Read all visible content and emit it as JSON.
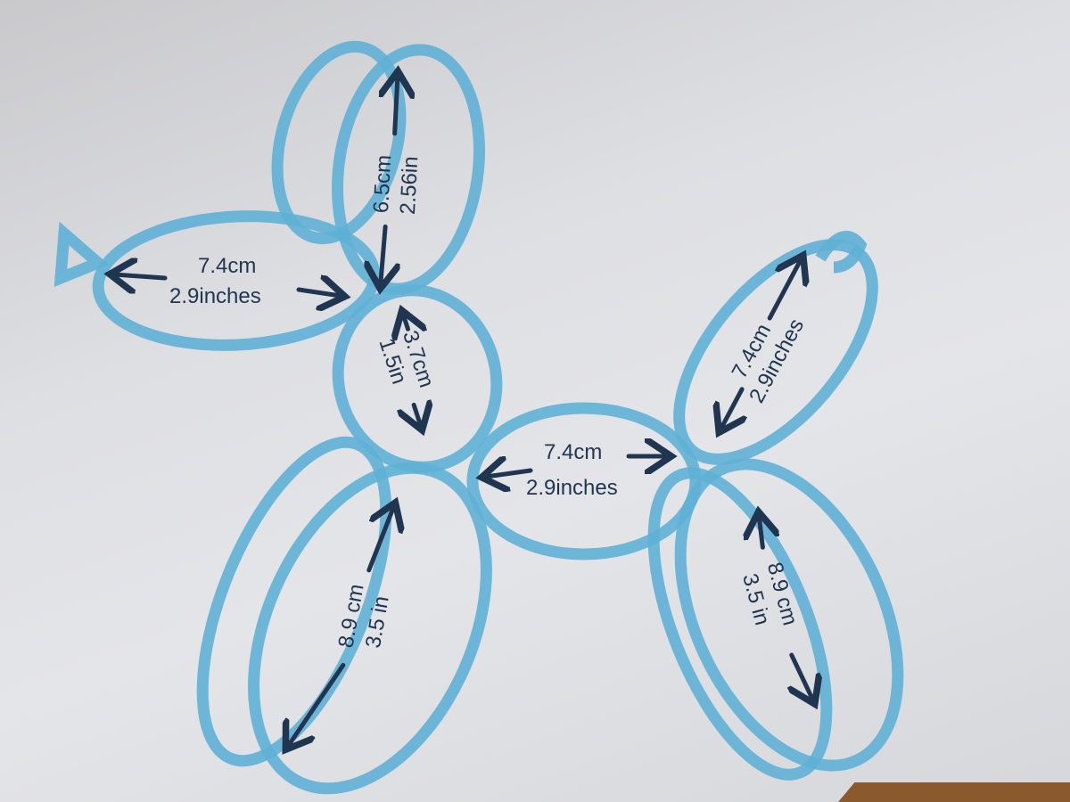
{
  "snout": {
    "cm": "7.4cm",
    "in": "2.9inches"
  },
  "ear": {
    "cm": "6.5cm",
    "in": "2.56in"
  },
  "neck": {
    "cm": "3.7cm",
    "in": "1.5in"
  },
  "body": {
    "cm": "7.4cm",
    "in": "2.9inches"
  },
  "tail": {
    "cm": "7.4cm",
    "in": "2.9inches"
  },
  "front_leg": {
    "cm": "8.9 cm",
    "in": "3.5 in"
  },
  "back_leg": {
    "cm": "8.9 cm",
    "in": "3.5 in"
  },
  "colors": {
    "balloon": "#5fb0d6",
    "ink": "#1f3550"
  }
}
